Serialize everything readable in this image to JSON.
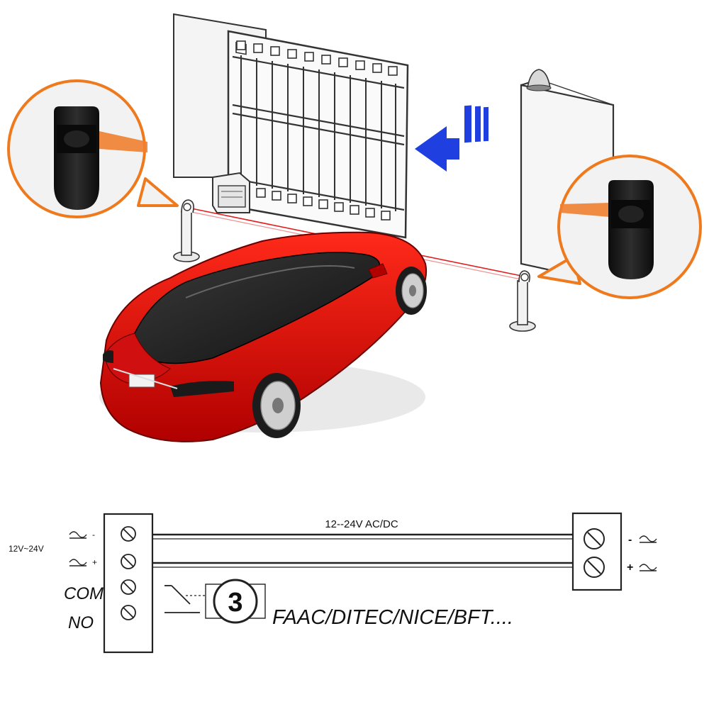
{
  "wiring": {
    "voltage_label": "12V~24V",
    "minus_sign": "-",
    "plus_sign": "+",
    "com_label": "COM",
    "no_label": "NO",
    "line_label": "12--24V AC/DC",
    "step_number": "3",
    "brands": "FAAC/DITEC/NICE/BFT....",
    "right_minus": "-",
    "right_plus": "+"
  },
  "colors": {
    "car_red": "#e01010",
    "beam_orange": "#f08030",
    "callout_orange": "#ef7a1e",
    "arrow_blue": "#1f3fe0",
    "sensor_black": "#1a1a1a"
  },
  "icons": {
    "direction_arrow": "arrow-left-icon",
    "ac_dc_symbol": "ac-wave-icon"
  }
}
